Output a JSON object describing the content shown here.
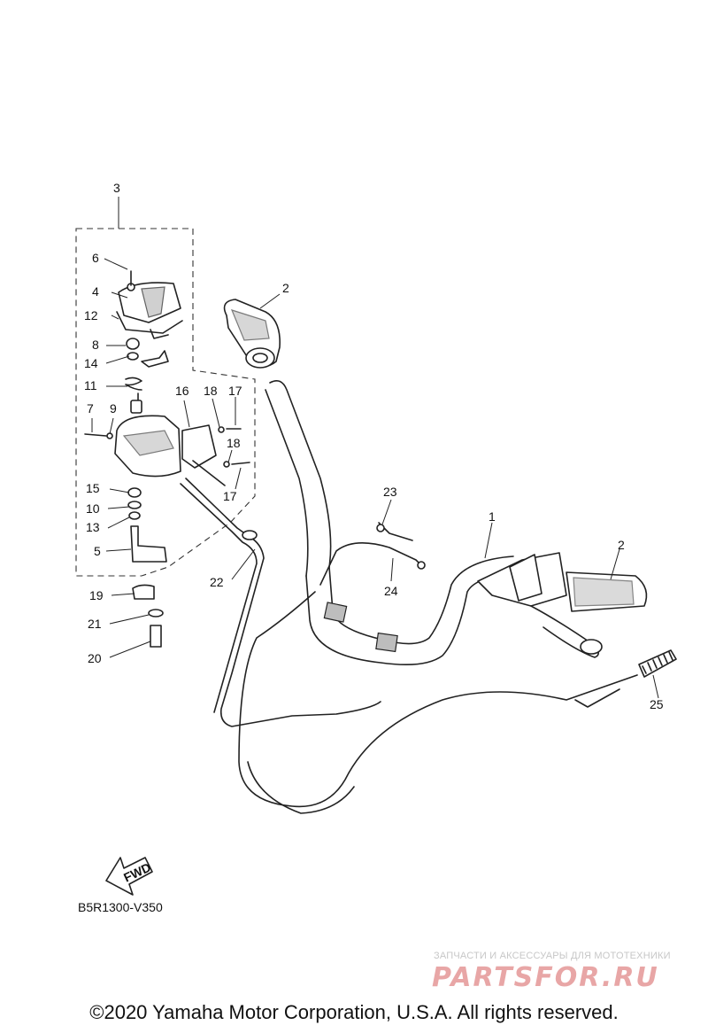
{
  "callouts": {
    "c1": "1",
    "c2a": "2",
    "c2b": "2",
    "c3": "3",
    "c4": "4",
    "c5": "5",
    "c6": "6",
    "c7": "7",
    "c8": "8",
    "c9": "9",
    "c10": "10",
    "c11": "11",
    "c12": "12",
    "c13": "13",
    "c14": "14",
    "c15": "15",
    "c16": "16",
    "c17a": "17",
    "c17b": "17",
    "c18a": "18",
    "c18b": "18",
    "c19": "19",
    "c20": "20",
    "c21": "21",
    "c22": "22",
    "c23": "23",
    "c24": "24",
    "c25": "25"
  },
  "fwd_label": "FWD",
  "diagram_code": "B5R1300-V350",
  "watermark": {
    "tagline": "ЗАПЧАСТИ И АКСЕССУАРЫ ДЛЯ МОТОТЕХНИКИ",
    "logo_text": "PARTSFOR.RU",
    "color": "#e8a6a6"
  },
  "copyright": "©2020 Yamaha Motor Corporation, U.S.A. All rights reserved."
}
